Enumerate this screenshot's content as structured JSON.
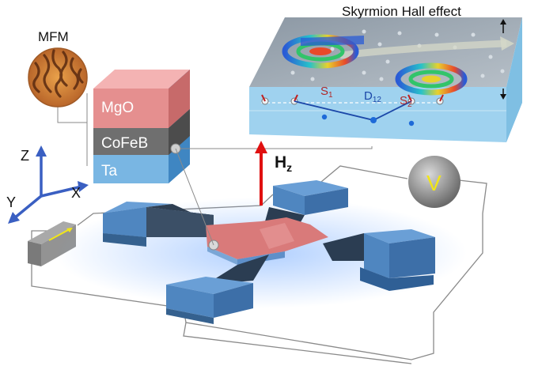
{
  "labels": {
    "mfm": "MFM",
    "stack_top": "MgO",
    "stack_mid": "CoFeB",
    "stack_bottom": "Ta",
    "field": "H",
    "field_sub": "z",
    "axis_z": "Z",
    "axis_y": "Y",
    "axis_x": "X",
    "voltmeter": "V",
    "inset_title": "Skyrmion Hall effect",
    "s1": "S",
    "s1_sub": "1",
    "s2": "S",
    "s2_sub": "2",
    "d12": "D",
    "d12_sub": "12"
  },
  "colors": {
    "pad_blue": "#4f86c0",
    "pad_dark": "#2b3d52",
    "cross_pink": "#d97a7a",
    "mgo": "#e58f8f",
    "cofeb": "#6f6f6f",
    "ta": "#79b6e3",
    "field_arrow": "#e01010",
    "axis_blue": "#3a5fc2",
    "inset_grey": "#8e9aa6",
    "inset_blue": "#9fd2ef",
    "d12_blue": "#1b47a8",
    "s_label_red": "#b02828",
    "voltmeter_text": "#f2e616",
    "current_yellow": "#f2e616"
  }
}
